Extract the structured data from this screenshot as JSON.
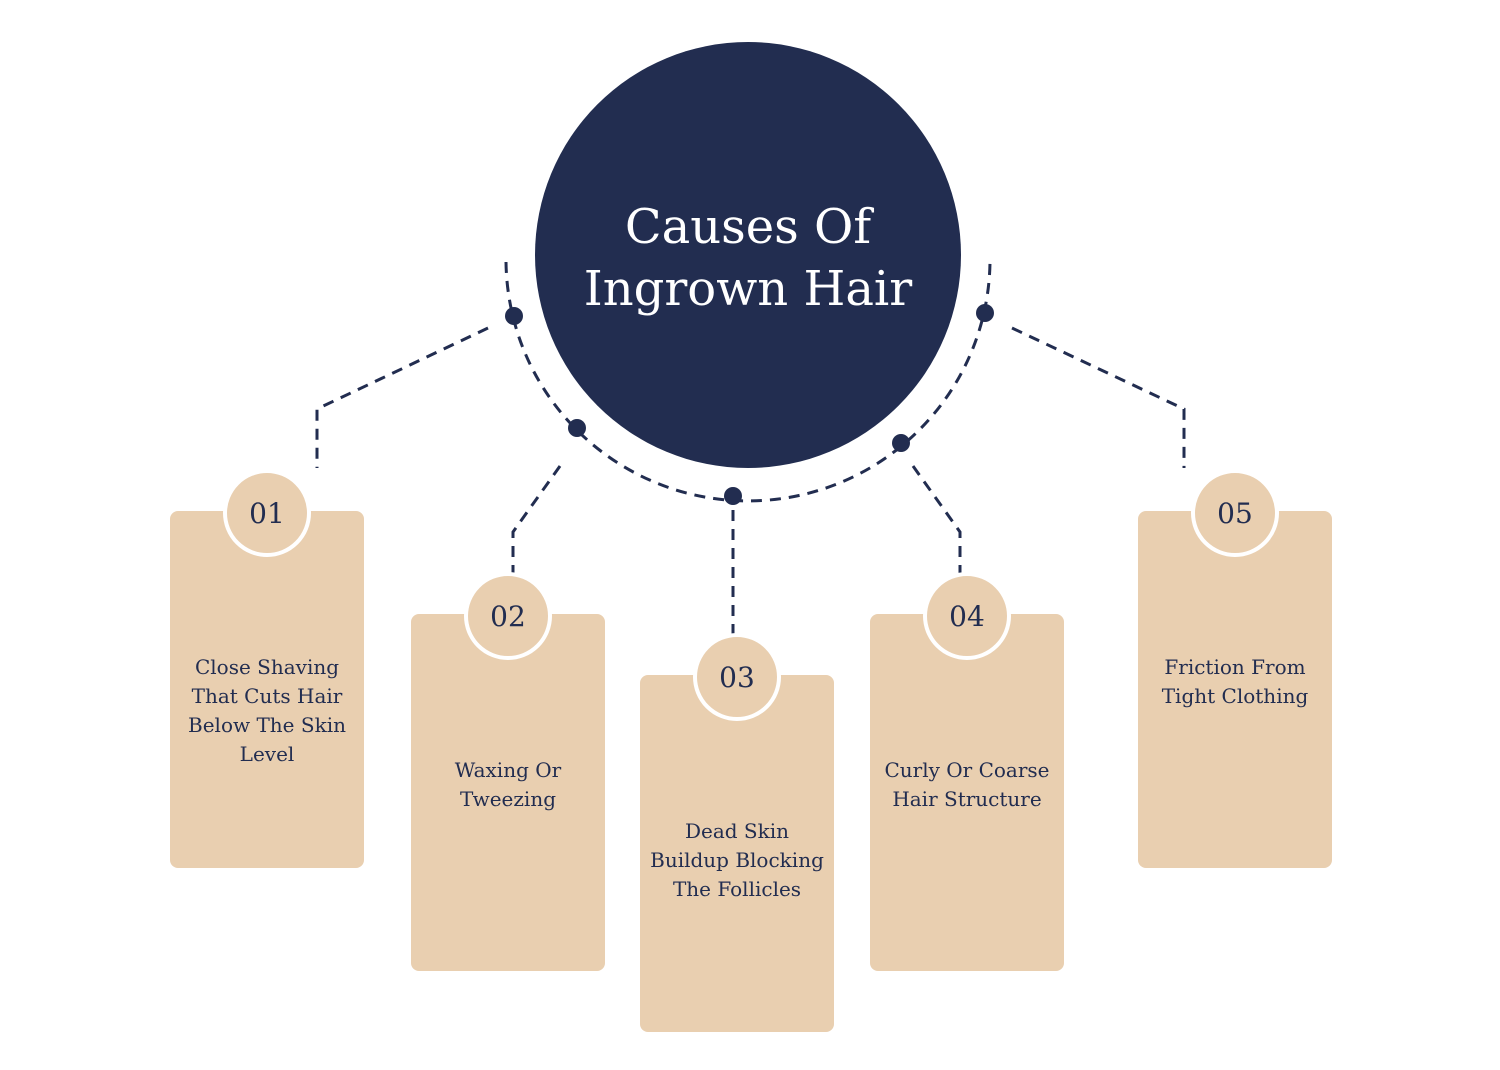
{
  "diagram": {
    "title": "Causes Of Ingrown Hair",
    "colors": {
      "hub": "#222d50",
      "card": "#e9cfb0",
      "text": "#222d50",
      "connector": "#222d50"
    },
    "causes": [
      {
        "number": "01",
        "text": "Close Shaving That Cuts Hair Below The Skin Level"
      },
      {
        "number": "02",
        "text": "Waxing Or Tweezing"
      },
      {
        "number": "03",
        "text": "Dead Skin Buildup Blocking The Follicles"
      },
      {
        "number": "04",
        "text": "Curly Or Coarse Hair Structure"
      },
      {
        "number": "05",
        "text": "Friction From Tight Clothing"
      }
    ]
  }
}
